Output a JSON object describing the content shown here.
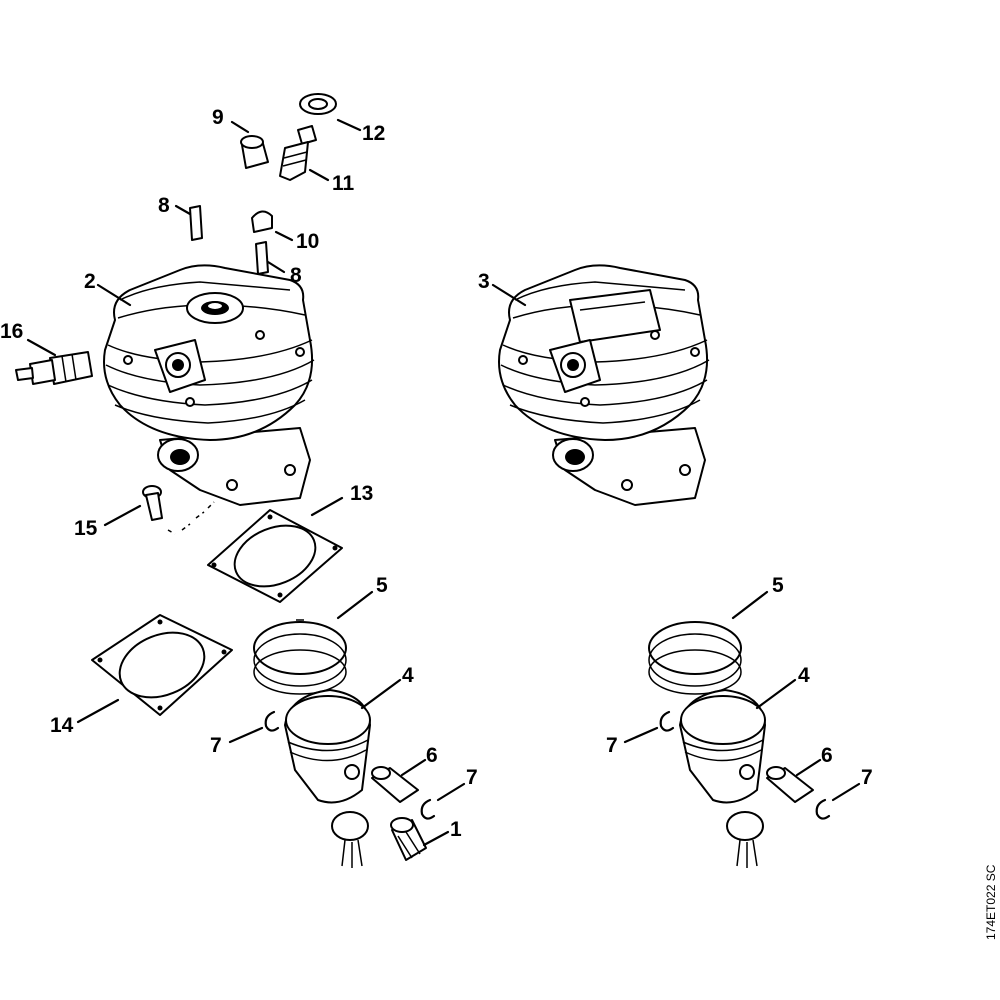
{
  "drawing_code": "174ET022 SC",
  "callouts": {
    "c1": "1",
    "c2": "2",
    "c3": "3",
    "c4a": "4",
    "c4b": "4",
    "c5a": "5",
    "c5b": "5",
    "c6a": "6",
    "c6b": "6",
    "c7a": "7",
    "c7b": "7",
    "c7c": "7",
    "c7d": "7",
    "c8a": "8",
    "c8b": "8",
    "c9": "9",
    "c10": "10",
    "c11": "11",
    "c12": "12",
    "c13": "13",
    "c14": "14",
    "c15": "15",
    "c16": "16"
  }
}
